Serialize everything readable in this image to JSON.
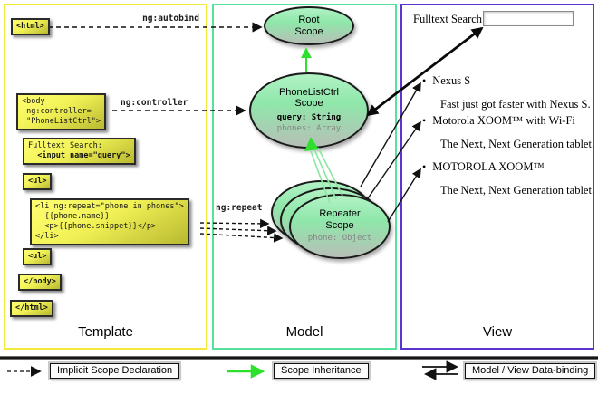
{
  "panels": {
    "template": {
      "title": "Template"
    },
    "model": {
      "title": "Model"
    },
    "view": {
      "title": "View"
    }
  },
  "template_code": {
    "html_open": "<html>",
    "body_open": "<body\n ng:controller=\n \"PhoneListCtrl\">",
    "fulltext_label": "Fulltext Search:",
    "fulltext_input": "  <input name=\"query\">",
    "ul_open": "<ul>",
    "li_repeat": "<li ng:repeat=\"phone in phones\">\n  {{phone.name}}\n  <p>{{phone.snippet}}</p>\n</li>",
    "ul_close": "<ul>",
    "body_close": "</body>",
    "html_close": "</html>"
  },
  "arrow_labels": {
    "autobind": "ng:autobind",
    "controller": "ng:controller",
    "repeat": "ng:repeat"
  },
  "scopes": {
    "root": {
      "title": "Root\nScope"
    },
    "phonelist": {
      "title": "PhoneListCtrl\nScope",
      "prop_query": "query: String",
      "prop_phones": "phones: Array"
    },
    "repeater": {
      "title": "Repeater\nScope",
      "prop_phone": "phone: Object"
    }
  },
  "view": {
    "search_label": "Fulltext Search:",
    "search_value": "",
    "bullet": "•",
    "items": [
      {
        "name": "Nexus S",
        "snippet": "Fast just got faster with Nexus S."
      },
      {
        "name": "Motorola XOOM™ with Wi-Fi",
        "snippet": "The Next, Next Generation tablet."
      },
      {
        "name": "MOTOROLA XOOM™",
        "snippet": "The Next, Next Generation tablet."
      }
    ]
  },
  "legend": {
    "implicit": "Implicit Scope Declaration",
    "inheritance": "Scope Inheritance",
    "binding": "Model / View Data-binding"
  },
  "colors": {
    "template_border": "#f2ea3a",
    "model_border": "#57e29b",
    "view_border": "#5a35cf",
    "scope_fill_top": "#b2f2c5",
    "code_box_fill": "#f1f156",
    "arrow_green": "#2ee02e",
    "arrow_green_light": "#8ae8a0",
    "arrow_black": "#111111"
  }
}
